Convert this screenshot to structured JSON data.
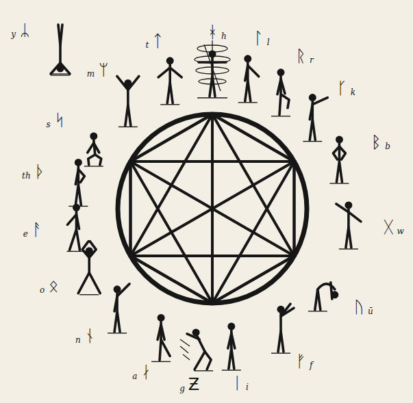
{
  "diagram": {
    "labels": [
      "ᚼ",
      "h",
      "ᛚ",
      "l",
      "ᚱ",
      "r",
      "ᚴ",
      "k",
      "ᛒ",
      "b",
      "ᚷ",
      "w",
      "ᚢ",
      "ū",
      "ᚠ",
      "f",
      "ᛁ",
      "i",
      "Ƶ",
      "g",
      "ᛅ",
      "a",
      "ᚾ",
      "n",
      "ᛟ",
      "o",
      "ᚨ",
      "e",
      "ᚦ",
      "th",
      "ᛋ",
      "s",
      "ᛘ",
      "m",
      "ᛏ",
      "t",
      "ᛦ",
      "y"
    ]
  }
}
